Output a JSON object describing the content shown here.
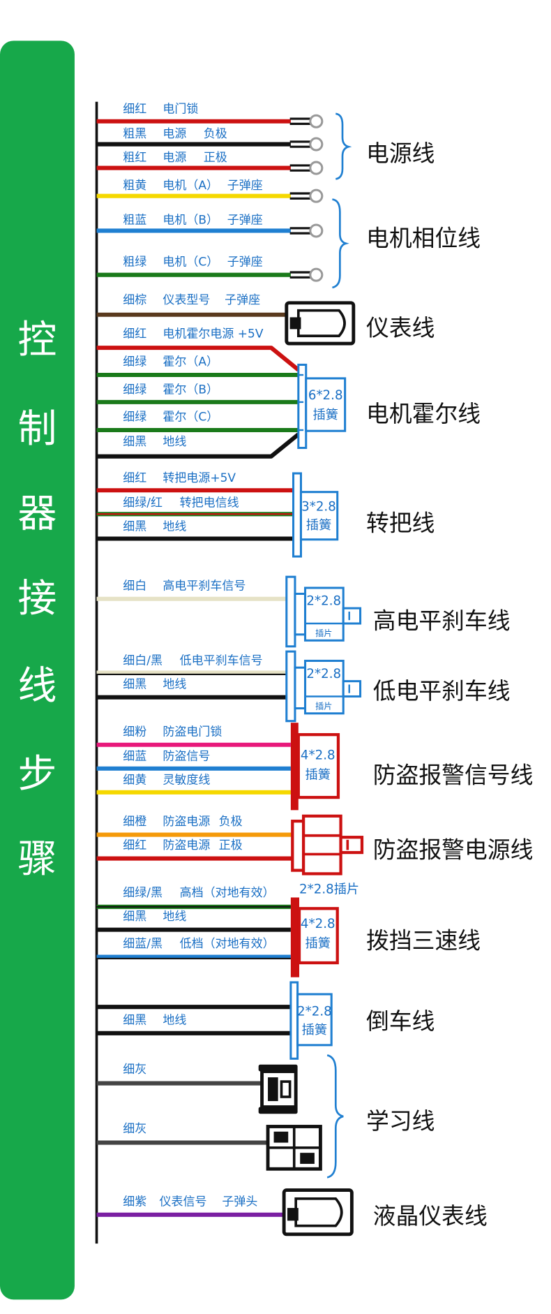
{
  "sidebar": {
    "title_chars": [
      "控",
      "制",
      "器",
      "接",
      "线",
      "步",
      "骤"
    ],
    "bg_color": "#17a84a"
  },
  "groups": [
    {
      "label": "电源线",
      "wires": [
        {
          "parts": [
            "细红",
            "电门锁"
          ],
          "color": "#cc1111"
        },
        {
          "parts": [
            "粗黑",
            "电源",
            "负极"
          ],
          "color": "#111111"
        },
        {
          "parts": [
            "粗红",
            "电源",
            "正极"
          ],
          "color": "#cc1111"
        }
      ]
    },
    {
      "label": "电机相位线",
      "wires": [
        {
          "parts": [
            "粗黄",
            "电机（A）",
            "子弹座"
          ],
          "color": "#f5d800"
        },
        {
          "parts": [
            "粗蓝",
            "电机（B）",
            "子弹座"
          ],
          "color": "#1f7fd1"
        },
        {
          "parts": [
            "粗绿",
            "电机（C）",
            "子弹座"
          ],
          "color": "#1a7a1a"
        }
      ]
    },
    {
      "label": "仪表线",
      "wires": [
        {
          "parts": [
            "细棕",
            "仪表型号",
            "子弹座"
          ],
          "color": "#5a3a1e"
        }
      ]
    },
    {
      "label": "电机霍尔线",
      "connector": [
        "6*2.8",
        "插簧"
      ],
      "wires": [
        {
          "parts": [
            "细红",
            "电机霍尔电源 +5V"
          ],
          "color": "#cc1111"
        },
        {
          "parts": [
            "细绿",
            "霍尔（A）"
          ],
          "color": "#1a7a1a"
        },
        {
          "parts": [
            "细绿",
            "霍尔（B）"
          ],
          "color": "#1a7a1a"
        },
        {
          "parts": [
            "细绿",
            "霍尔（C）"
          ],
          "color": "#1a7a1a"
        },
        {
          "parts": [
            "细黑",
            "地线"
          ],
          "color": "#111111"
        }
      ]
    },
    {
      "label": "转把线",
      "connector": [
        "3*2.8",
        "插簧"
      ],
      "wires": [
        {
          "parts": [
            "细红",
            "转把电源+5V"
          ],
          "color": "#cc1111"
        },
        {
          "parts": [
            "细绿/红",
            "转把电信线"
          ],
          "color": "#1a7a1a",
          "stripe": "#cc1111"
        },
        {
          "parts": [
            "细黑",
            "地线"
          ],
          "color": "#111111"
        }
      ]
    },
    {
      "label": "高电平刹车线",
      "connector": [
        "2*2.8",
        "插片"
      ],
      "wires": [
        {
          "parts": [
            "细白",
            "高电平刹车信号"
          ],
          "color": "#e6e2c6"
        }
      ]
    },
    {
      "label": "低电平刹车线",
      "connector": [
        "2*2.8",
        "插片"
      ],
      "wires": [
        {
          "parts": [
            "细白/黑",
            "低电平刹车信号"
          ],
          "color": "#e6e2c6",
          "stripe": "#111111"
        },
        {
          "parts": [
            "细黑",
            "地线"
          ],
          "color": "#111111"
        }
      ]
    },
    {
      "label": "防盗报警信号线",
      "connector": [
        "4*2.8",
        "插簧"
      ],
      "wires": [
        {
          "parts": [
            "细粉",
            "防盗电门锁"
          ],
          "color": "#e8187a"
        },
        {
          "parts": [
            "细蓝",
            "防盗信号"
          ],
          "color": "#1f7fd1"
        },
        {
          "parts": [
            "细黄",
            "灵敏度线"
          ],
          "color": "#f5d800"
        }
      ]
    },
    {
      "label": "防盗报警电源线",
      "wires": [
        {
          "parts": [
            "细橙",
            "防盗电源",
            "负极"
          ],
          "color": "#f59a0a"
        },
        {
          "parts": [
            "细红",
            "防盗电源",
            "正极"
          ],
          "color": "#cc1111"
        }
      ]
    },
    {
      "label": "拨挡三速线",
      "connector_top": "2*2.8插片",
      "connector": [
        "4*2.8",
        "插簧"
      ],
      "wires": [
        {
          "parts": [
            "细绿/黑",
            "高档（对地有效）"
          ],
          "color": "#1a7a1a",
          "stripe": "#111111"
        },
        {
          "parts": [
            "细黑",
            "地线"
          ],
          "color": "#111111"
        },
        {
          "parts": [
            "细蓝/黑",
            "低档（对地有效）"
          ],
          "color": "#1f7fd1",
          "stripe": "#111111"
        }
      ]
    },
    {
      "label": "倒车线",
      "connector": [
        "2*2.8",
        "插簧"
      ],
      "wires": [
        {
          "parts": [],
          "color": "#111111"
        },
        {
          "parts": [
            "细黑",
            "地线"
          ],
          "color": "#111111"
        }
      ]
    },
    {
      "label": "学习线",
      "wires": [
        {
          "parts": [
            "细灰"
          ],
          "color": "#444444"
        },
        {
          "parts": [
            "细灰"
          ],
          "color": "#444444"
        }
      ]
    },
    {
      "label": "液晶仪表线",
      "wires": [
        {
          "parts": [
            "细紫",
            "仪表信号",
            "子弹头"
          ],
          "color": "#7a1fa2"
        }
      ]
    }
  ]
}
